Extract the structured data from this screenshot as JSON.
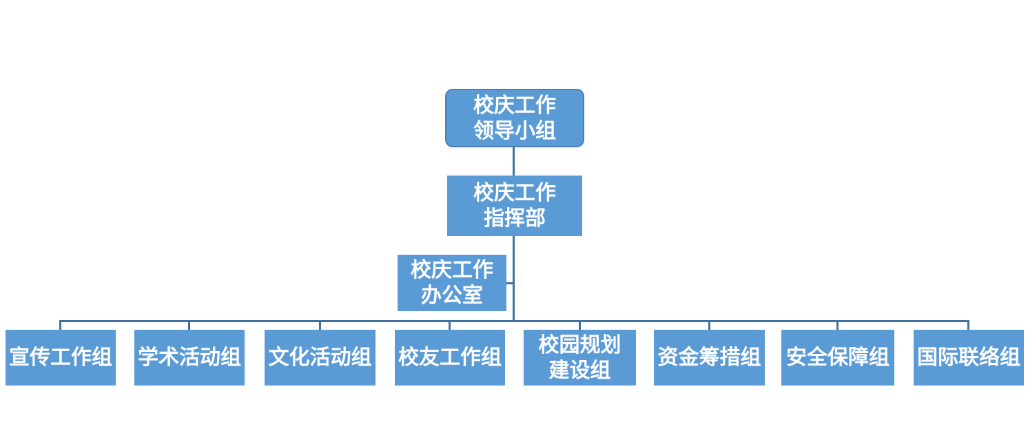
{
  "diagram": {
    "type": "org-chart",
    "colors": {
      "node_fill": "#5B9BD5",
      "connector": "#41719C",
      "node_text": "#FFFFFF",
      "background": "#FFFFFF"
    },
    "nodes": {
      "leadership": {
        "label": "校庆工作领导小组",
        "lines": [
          "校庆工作",
          "领导小组"
        ]
      },
      "command": {
        "label": "校庆工作指挥部",
        "lines": [
          "校庆工作",
          "指挥部"
        ]
      },
      "office": {
        "label": "校庆工作办公室",
        "lines": [
          "校庆工作",
          "办公室"
        ]
      },
      "groups": [
        {
          "label": "宣传工作组",
          "lines": [
            "宣传工作组"
          ]
        },
        {
          "label": "学术活动组",
          "lines": [
            "学术活动组"
          ]
        },
        {
          "label": "文化活动组",
          "lines": [
            "文化活动组"
          ]
        },
        {
          "label": "校友工作组",
          "lines": [
            "校友工作组"
          ]
        },
        {
          "label": "校园规划建设组",
          "lines": [
            "校园规划",
            "建设组"
          ]
        },
        {
          "label": "资金筹措组",
          "lines": [
            "资金筹措组"
          ]
        },
        {
          "label": "安全保障组",
          "lines": [
            "安全保障组"
          ]
        },
        {
          "label": "国际联络组",
          "lines": [
            "国际联络组"
          ]
        }
      ]
    }
  }
}
